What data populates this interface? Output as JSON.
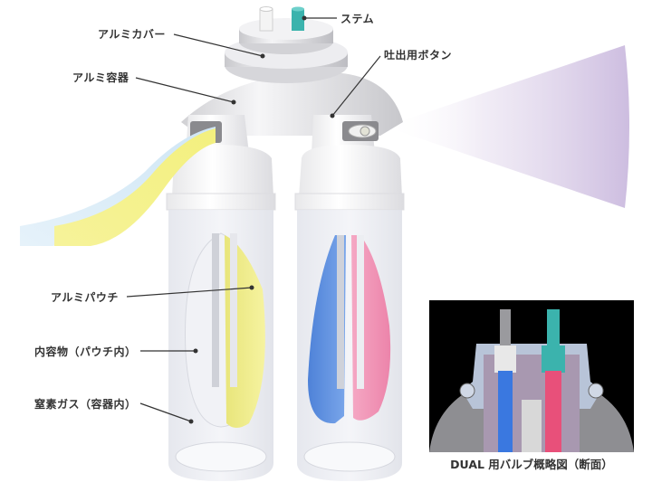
{
  "labels": {
    "stem": "ステム",
    "aluminum_cover": "アルミカバー",
    "aluminum_container": "アルミ容器",
    "dispense_button": "吐出用ボタン",
    "aluminum_pouch": "アルミパウチ",
    "contents": "内容物（パウチ内）",
    "nitrogen_gas": "窒素ガス（容器内）"
  },
  "inset": {
    "caption": "DUAL 用バルブ概略図（断面）"
  },
  "colors": {
    "stem_teal": "#3bb3ad",
    "left_contents_yellow": "#f3f07e",
    "right_contents_blue": "#5b8ee0",
    "right_contents_pink": "#f08cb0",
    "mist_purple": "#d9cde8",
    "label_text": "#333333",
    "leader_line": "#333333"
  }
}
